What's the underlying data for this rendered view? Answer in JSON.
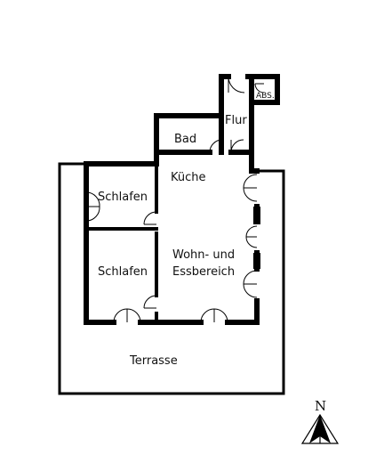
{
  "rooms": {
    "abs": "ABS.",
    "flur": "Flur",
    "bad": "Bad",
    "kueche": "Küche",
    "schlafen_1": "Schlafen",
    "schlafen_2": "Schlafen",
    "wohn_line1": "Wohn- und",
    "wohn_line2": "Essbereich",
    "terrasse": "Terrasse"
  },
  "compass": {
    "label": "N"
  }
}
